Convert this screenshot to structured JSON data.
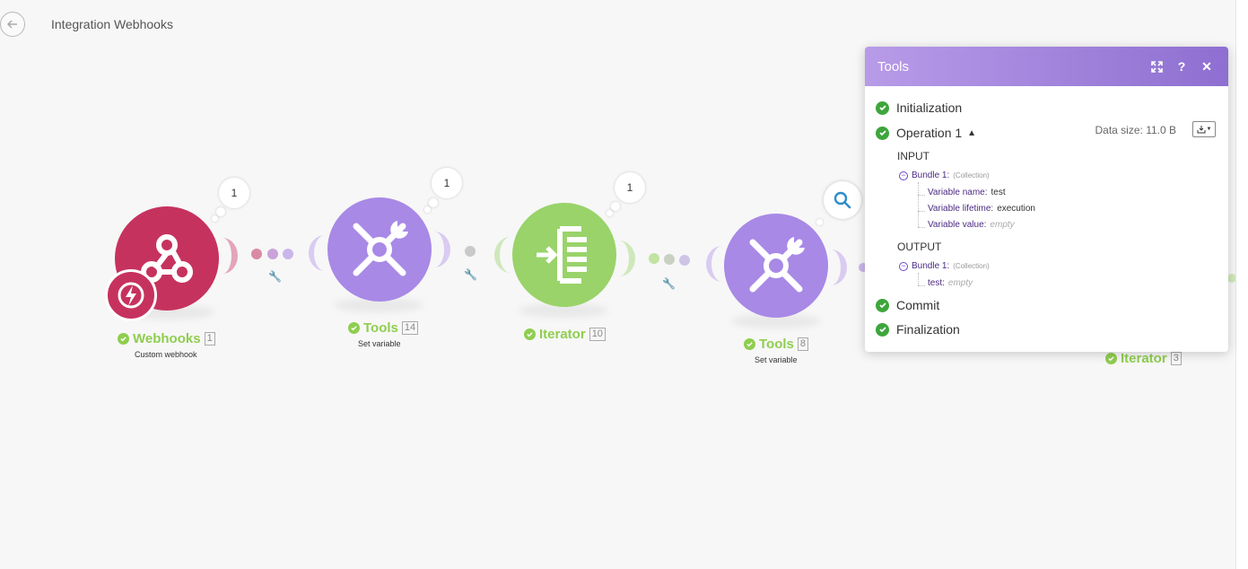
{
  "header": {
    "title": "Integration Webhooks"
  },
  "nodes": [
    {
      "name": "Webhooks",
      "id": "1",
      "subtitle": "Custom webhook",
      "color": "#c6325e",
      "bubble": "1"
    },
    {
      "name": "Tools",
      "id": "14",
      "subtitle": "Set variable",
      "color": "#a889e6",
      "bubble": "1"
    },
    {
      "name": "Iterator",
      "id": "10",
      "subtitle": "",
      "color": "#99d36a",
      "bubble": "1"
    },
    {
      "name": "Tools",
      "id": "8",
      "subtitle": "Set variable",
      "color": "#a889e6",
      "bubble": ""
    },
    {
      "name": "Iterator",
      "id": "3",
      "subtitle": "",
      "color": "#99d36a",
      "bubble": ""
    }
  ],
  "colors": {
    "status_green": "#8fce4f",
    "panel_header": "#9b7bd8",
    "ok_green": "#3da63b"
  },
  "panel": {
    "title": "Tools",
    "header_icons": [
      "expand-icon",
      "help-icon",
      "close-icon"
    ],
    "help_label": "?",
    "close_label": "✕",
    "steps": {
      "initialization": "Initialization",
      "operation": "Operation 1",
      "commit": "Commit",
      "finalization": "Finalization"
    },
    "data_size": "Data size: 11.0 B",
    "input": {
      "label": "INPUT",
      "bundle": "Bundle 1:",
      "bundle_type": "(Collection)",
      "fields": [
        {
          "key": "Variable name:",
          "value": "test"
        },
        {
          "key": "Variable lifetime:",
          "value": "execution"
        },
        {
          "key": "Variable value:",
          "value": "empty"
        }
      ]
    },
    "output": {
      "label": "OUTPUT",
      "bundle": "Bundle 1:",
      "bundle_type": "(Collection)",
      "fields": [
        {
          "key": "test:",
          "value": "empty"
        }
      ]
    }
  }
}
